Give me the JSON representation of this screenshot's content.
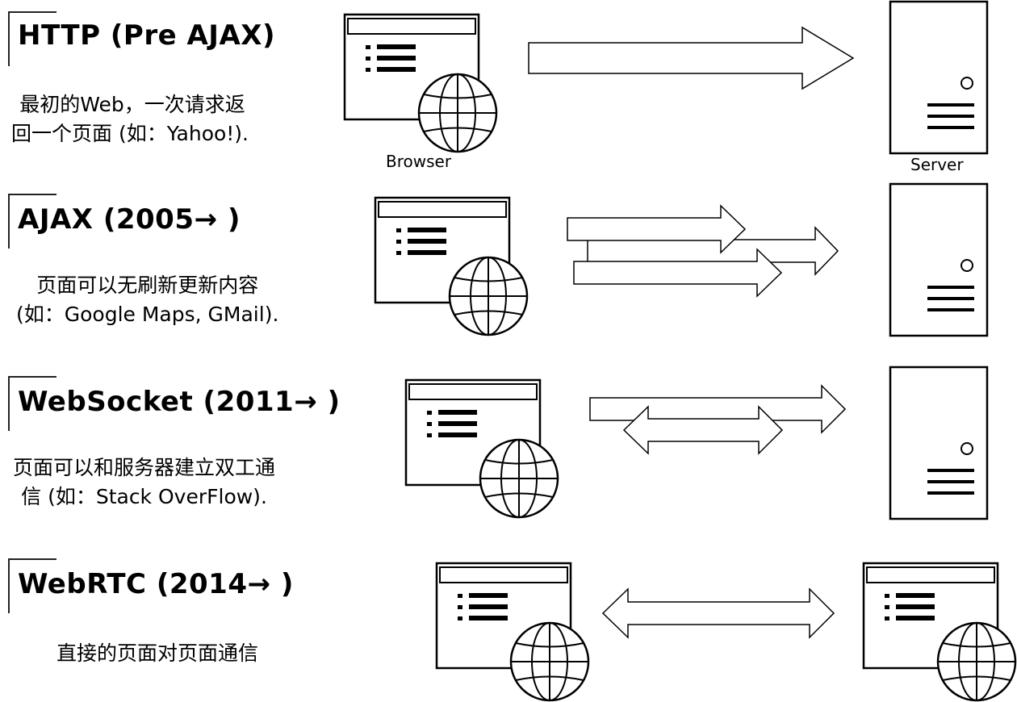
{
  "captions": {
    "browser": "Browser",
    "server": "Server"
  },
  "rows": [
    {
      "title": "HTTP (Pre AJAX)",
      "desc": [
        "最初的Web，一次请求返",
        "回一个页面 (如：Yahoo!)."
      ]
    },
    {
      "title": "AJAX (2005→ )",
      "desc": [
        "页面可以无刷新更新内容",
        "(如：Google Maps, GMail)."
      ]
    },
    {
      "title": "WebSocket (2011→ )",
      "desc": [
        "页面可以和服务器建立双工通",
        "信 (如：Stack OverFlow)."
      ]
    },
    {
      "title": "WebRTC (2014→ )",
      "desc": [
        "直接的页面对页面通信"
      ]
    }
  ]
}
